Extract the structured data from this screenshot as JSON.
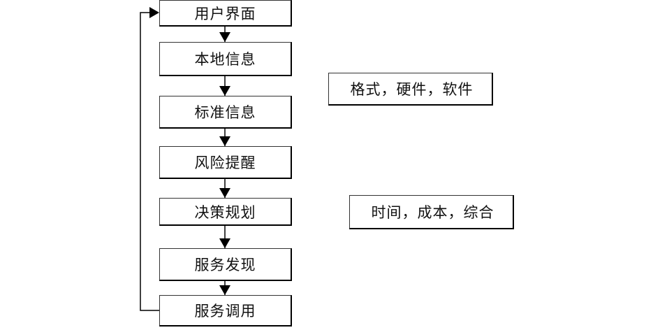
{
  "steps": [
    {
      "label": "用户界面"
    },
    {
      "label": "本地信息"
    },
    {
      "label": "标准信息"
    },
    {
      "label": "风险提醒"
    },
    {
      "label": "决策规划"
    },
    {
      "label": "服务发现"
    },
    {
      "label": "服务调用"
    }
  ],
  "notes": [
    {
      "label": "格式，硬件，软件"
    },
    {
      "label": "时间，成本，综合"
    }
  ],
  "colors": {
    "line": "#000000",
    "box_fill": "#ffffff"
  }
}
